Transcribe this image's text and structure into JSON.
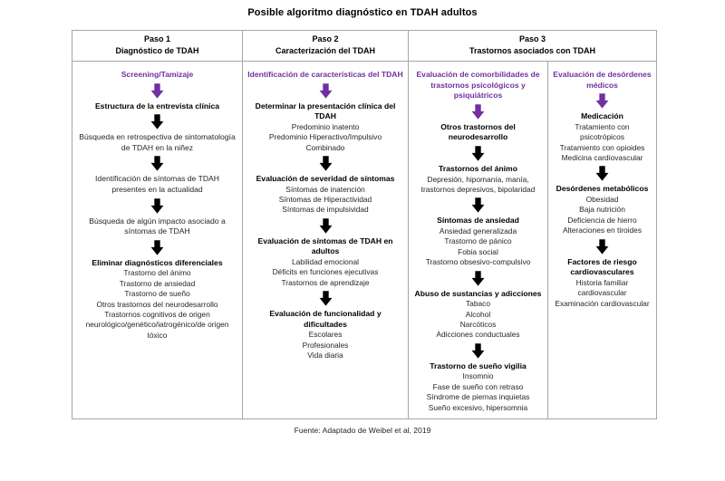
{
  "title": "Posible algoritmo diagnóstico en TDAH adultos",
  "footer": "Fuente: Adaptado de Weibel et al, 2019",
  "colors": {
    "purple": "#7030A0",
    "black": "#000000",
    "border": "#a6a6a6",
    "text": "#262626"
  },
  "header": {
    "columns": [
      {
        "step": "Paso 1",
        "name": "Diagnóstico de TDAH"
      },
      {
        "step": "Paso 2",
        "name": "Caracterización del TDAH"
      },
      {
        "step": "Paso 3",
        "name": "Trastornos asociados con TDAH"
      }
    ]
  },
  "columns": [
    {
      "id": "col-1",
      "blocks": [
        {
          "heading": "Screening/Tamizaje",
          "style": "purple",
          "items": [],
          "arrow": "purple"
        },
        {
          "heading": "Estructura de la entrevista clínica",
          "style": "bold",
          "items": [],
          "arrow": "black"
        },
        {
          "heading": "Búsqueda en retrospectiva de sintomatología de TDAH en la niñez",
          "style": "normal",
          "items": [],
          "arrow": "black"
        },
        {
          "heading": "Identificación de síntomas de TDAH presentes en la actualidad",
          "style": "normal",
          "items": [],
          "arrow": "black"
        },
        {
          "heading": "Búsqueda de algún impacto asociado a síntomas de TDAH",
          "style": "normal",
          "items": [],
          "arrow": "black"
        },
        {
          "heading": "Eliminar diagnósticos diferenciales",
          "style": "bold",
          "items": [
            "Trastorno del ánimo",
            "Trastorno de ansiedad",
            "Trastorno de sueño",
            "Otros trastornos del neurodesarrollo",
            "Trastornos cognitivos de origen neurológico/genético/iatrogénico/de origen tóxico"
          ],
          "arrow": "none"
        }
      ]
    },
    {
      "id": "col-2",
      "blocks": [
        {
          "heading": "Identificación de características del TDAH",
          "style": "purple",
          "items": [],
          "arrow": "purple"
        },
        {
          "heading": "Determinar la presentación clínica del TDAH",
          "style": "bold",
          "items": [
            "Predominio inatento",
            "Predominio Hiperactivo/Impulsivo",
            "Combinado"
          ],
          "arrow": "black"
        },
        {
          "heading": "Evaluación de severidad de síntomas",
          "style": "bold",
          "items": [
            "Síntomas de inatención",
            "Síntomas de Hiperactividad",
            "Síntomas de impulsividad"
          ],
          "arrow": "black"
        },
        {
          "heading": "Evaluación de síntomas de TDAH en adultos",
          "style": "bold",
          "items": [
            "Labilidad emocional",
            "Déficits en funciones ejecutivas",
            "Trastornos de aprendizaje"
          ],
          "arrow": "black"
        },
        {
          "heading": "Evaluación de funcionalidad y dificultades",
          "style": "bold",
          "items": [
            "Escolares",
            "Profesionales",
            "Vida diaria"
          ],
          "arrow": "none"
        }
      ]
    },
    {
      "id": "col-3",
      "blocks": [
        {
          "heading": "Evaluación de comorbilidades de trastornos psicológicos y psiquiátricos",
          "style": "purple",
          "items": [],
          "arrow": "purple"
        },
        {
          "heading": "Otros trastornos del neurodesarrollo",
          "style": "bold",
          "items": [],
          "arrow": "black"
        },
        {
          "heading": "Trastornos del ánimo",
          "style": "bold",
          "items": [
            "Depresión, hipomanía, manía,",
            "trastornos depresivos, bipolaridad"
          ],
          "arrow": "black"
        },
        {
          "heading": "Síntomas de ansiedad",
          "style": "bold",
          "items": [
            "Ansiedad generalizada",
            "Trastorno de pánico",
            "Fobia social",
            "Trastorno obsesivo-compulsivo"
          ],
          "arrow": "black"
        },
        {
          "heading": "Abuso de sustancias y adicciones",
          "style": "bold",
          "items": [
            "Tabaco",
            "Alcohol",
            "Narcóticos",
            "Adicciones conductuales"
          ],
          "arrow": "black"
        },
        {
          "heading": "Trastorno de sueño vigilia",
          "style": "bold",
          "items": [
            "Insomnio",
            "Fase de sueño con retraso",
            "Síndrome de piernas inquietas",
            "Sueño excesivo, hipersomnia"
          ],
          "arrow": "none"
        }
      ]
    },
    {
      "id": "col-4",
      "blocks": [
        {
          "heading": "Evaluación de desórdenes médicos",
          "style": "purple",
          "items": [],
          "arrow": "purple"
        },
        {
          "heading": "Medicación",
          "style": "bold",
          "items": [
            "Tratamiento con psicotrópicos",
            "Tratamiento con opioides",
            "Medicina cardiovascular"
          ],
          "arrow": "black"
        },
        {
          "heading": "Desórdenes metabólicos",
          "style": "bold",
          "items": [
            "Obesidad",
            "Baja nutrición",
            "Deficiencia de hierro",
            "Alteraciones en tiroides"
          ],
          "arrow": "black"
        },
        {
          "heading": "Factores de riesgo cardiovasculares",
          "style": "bold",
          "items": [
            "Historia familiar cardiovascular",
            "Examinación cardiovascular"
          ],
          "arrow": "none"
        }
      ]
    }
  ]
}
